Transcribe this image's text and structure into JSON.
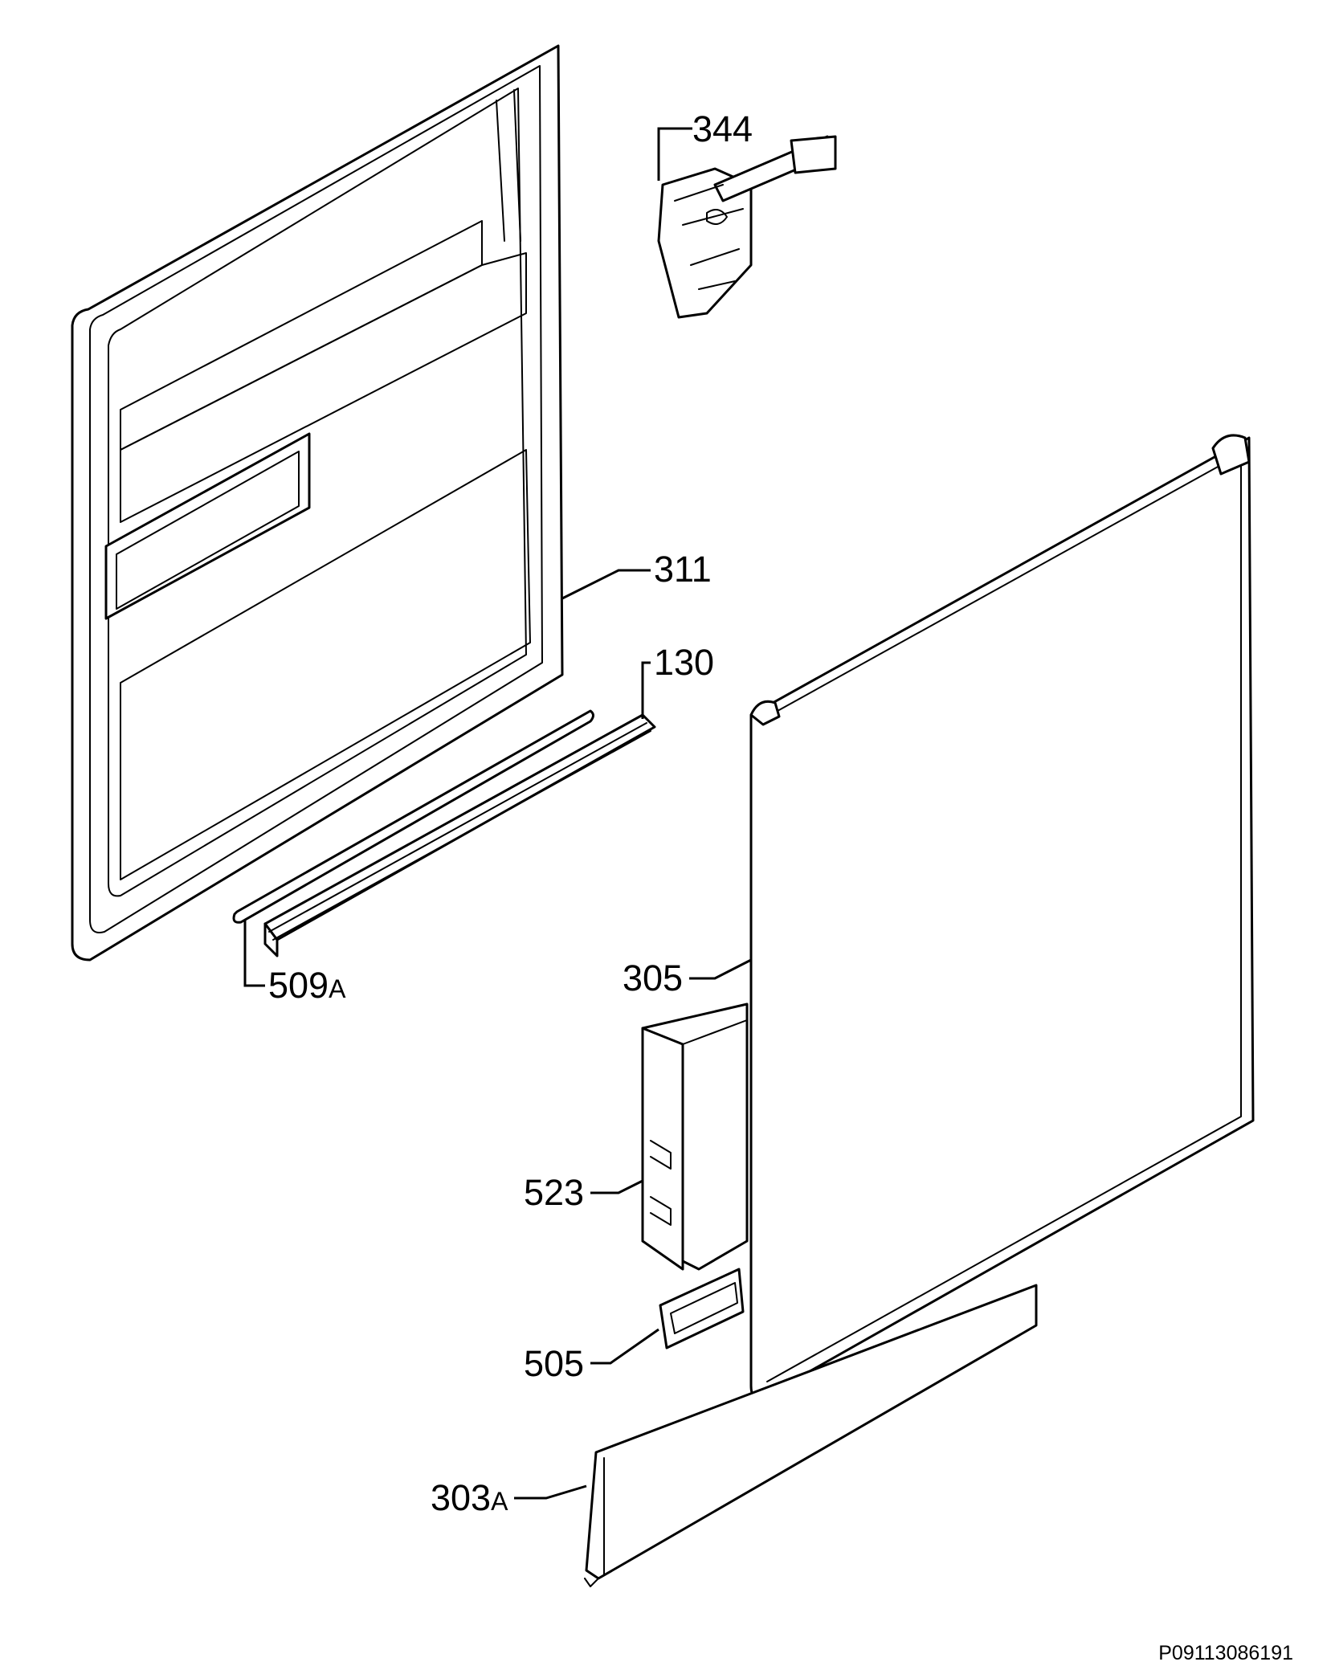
{
  "parts": [
    {
      "id": "344",
      "number": "344",
      "suffix": ""
    },
    {
      "id": "311",
      "number": "311",
      "suffix": ""
    },
    {
      "id": "130",
      "number": "130",
      "suffix": ""
    },
    {
      "id": "509A",
      "number": "509",
      "suffix": "A"
    },
    {
      "id": "305",
      "number": "305",
      "suffix": ""
    },
    {
      "id": "523",
      "number": "523",
      "suffix": ""
    },
    {
      "id": "505",
      "number": "505",
      "suffix": ""
    },
    {
      "id": "303A",
      "number": "303",
      "suffix": "A"
    }
  ],
  "reference_code": "P09113086191"
}
